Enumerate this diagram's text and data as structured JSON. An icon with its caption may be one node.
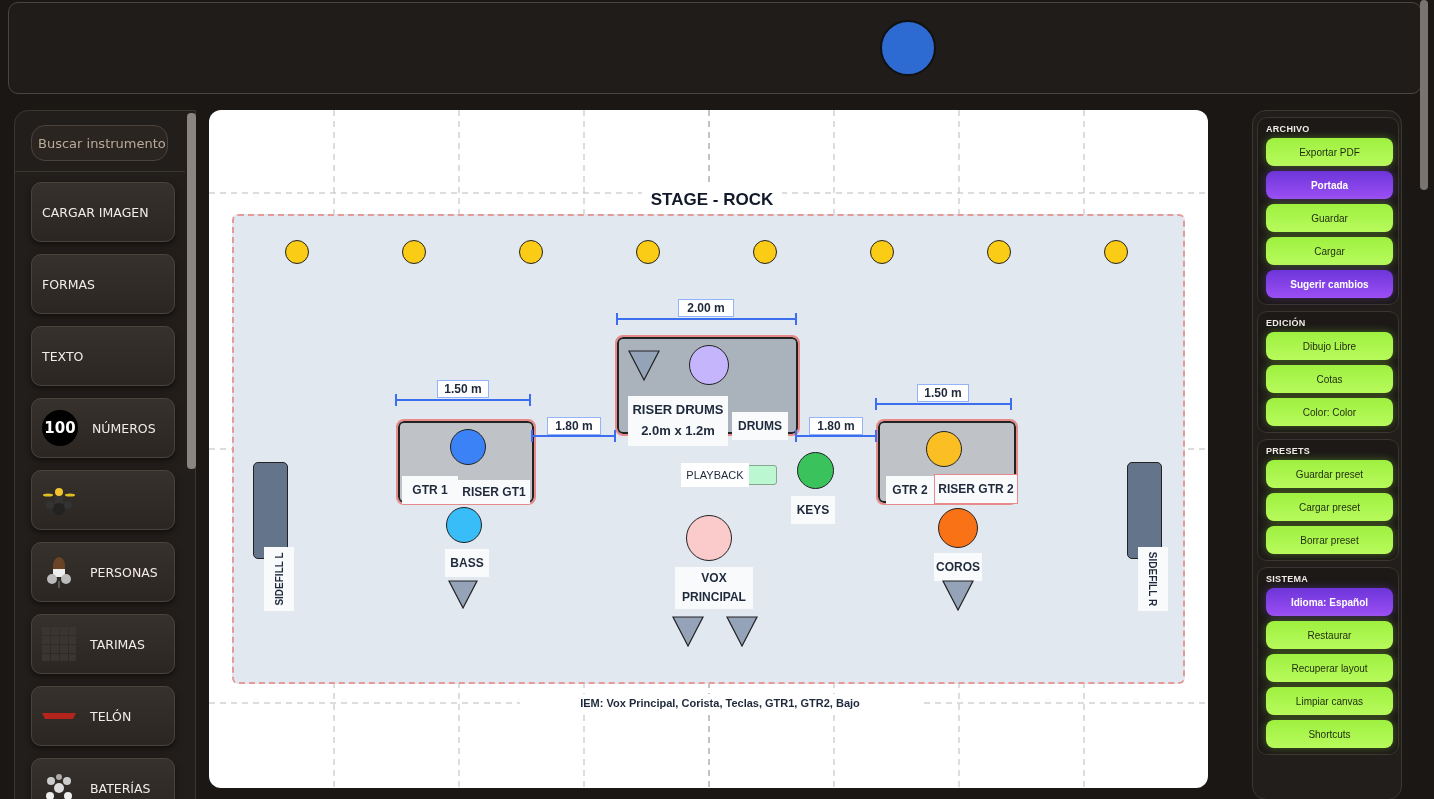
{
  "diagram": {
    "nodes": [
      {
        "text": [
          "STAGE - ROCK"
        ]
      },
      {
        "text": [],
        "shape": "circle",
        "in": 0
      },
      {
        "text": [],
        "shape": "circle",
        "in": 0
      },
      {
        "text": [],
        "shape": "circle",
        "in": 0
      },
      {
        "text": [],
        "shape": "circle",
        "in": 0
      },
      {
        "text": [],
        "shape": "circle",
        "in": 0
      },
      {
        "text": [],
        "shape": "circle",
        "in": 0
      },
      {
        "text": [],
        "shape": "circle",
        "in": 0
      },
      {
        "text": [],
        "shape": "circle",
        "in": 0
      },
      {
        "text": [
          "GTR 1",
          "RISER GT1"
        ],
        "in": 0
      },
      {
        "text": [],
        "shape": "circle",
        "in": 9
      },
      {
        "text": [
          "RISER DRUMS 2.0m x 1.2m",
          "DRUMS"
        ],
        "in": 0
      },
      {
        "text": [],
        "shape": "triangle",
        "in": 11
      },
      {
        "text": [],
        "shape": "circle",
        "in": 11
      },
      {
        "text": [
          "GTR 2",
          "RISER GTR 2"
        ],
        "in": 0
      },
      {
        "text": [],
        "shape": "circle",
        "in": 14
      },
      {
        "text": [
          "SIDEFILL L"
        ],
        "in": 0
      },
      {
        "text": [],
        "shape": "circle",
        "in": 0,
        "beside": [
          "BASS"
        ]
      },
      {
        "text": [],
        "shape": "triangle",
        "in": 0
      },
      {
        "text": [],
        "shape": "bar",
        "in": 0,
        "beside": [
          "PLAYBACK"
        ]
      },
      {
        "text": [],
        "shape": "circle",
        "in": 0,
        "beside": [
          "KEYS"
        ]
      },
      {
        "text": [],
        "shape": "circle",
        "in": 0,
        "beside": [
          "VOX PRINCIPAL"
        ]
      },
      {
        "text": [],
        "shape": "triangle",
        "in": 0
      },
      {
        "text": [],
        "shape": "triangle",
        "in": 0
      },
      {
        "text": [],
        "shape": "circle",
        "in": 0,
        "beside": [
          "COROS"
        ]
      },
      {
        "text": [],
        "shape": "triangle",
        "in": 0
      },
      {
        "text": [
          "SIDEFILL R"
        ],
        "in": 0
      }
    ],
    "labels": [
      "Buscar instrumento",
      "CARGAR IMAGEN",
      "FORMAS",
      "TEXTO",
      "100",
      "NÚMEROS",
      "PERSONAS",
      "TARIMAS",
      "TELÓN",
      "BATERÍAS",
      "2.00 m",
      "1.50 m",
      "1.80 m",
      "1.80 m",
      "1.50 m",
      "IEM: Vox Principal, Corista, Teclas, GTR1, GTR2, Bajo",
      "ARCHIVO",
      "Exportar PDF",
      "Portada",
      "Guardar",
      "Cargar",
      "Sugerir cambios",
      "EDICIÓN",
      "Dibujo Libre",
      "Cotas",
      "Color: Color",
      "PRESETS",
      "Guardar preset",
      "Cargar preset",
      "Borrar preset",
      "SISTEMA",
      "Idioma: Español",
      "Restaurar",
      "Recuperar layout",
      "Limpiar canvas",
      "Shortcuts"
    ]
  }
}
